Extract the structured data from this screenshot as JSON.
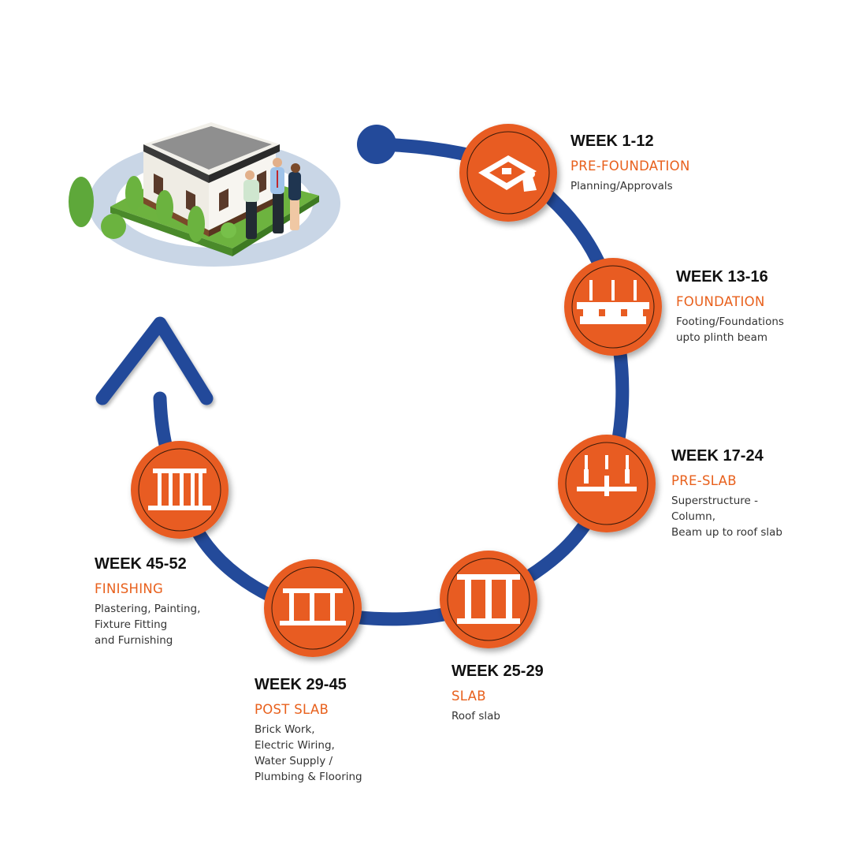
{
  "colors": {
    "path": "#234a9a",
    "accent": "#e85b22",
    "phase_text": "#e8601c",
    "week_text": "#111111",
    "desc_text": "#333333"
  },
  "illustration": {
    "name": "house-with-people",
    "description_icon": "house-handshake-illustration"
  },
  "steps": [
    {
      "week": "WEEK 1-12",
      "phase": "PRE-FOUNDATION",
      "description": "Planning/Approvals",
      "icon": "blueprint-plan-icon"
    },
    {
      "week": "WEEK 13-16",
      "phase": "FOUNDATION",
      "description": "Footing/Foundations\nupto plinth beam",
      "icon": "footing-foundation-icon"
    },
    {
      "week": "WEEK 17-24",
      "phase": "PRE-SLAB",
      "description": "Superstructure -\nColumn,\nBeam up to roof slab",
      "icon": "columns-beam-icon"
    },
    {
      "week": "WEEK 25-29",
      "phase": "SLAB",
      "description": "Roof slab",
      "icon": "roof-slab-frame-icon"
    },
    {
      "week": "WEEK 29-45",
      "phase": "POST SLAB",
      "description": "Brick Work,\nElectric Wiring,\nWater Supply /\nPlumbing & Flooring",
      "icon": "post-slab-frame-icon"
    },
    {
      "week": "WEEK 45-52",
      "phase": "FINISHING",
      "description": "Plastering, Painting,\nFixture Fitting\nand Furnishing",
      "icon": "finished-structure-icon"
    }
  ]
}
